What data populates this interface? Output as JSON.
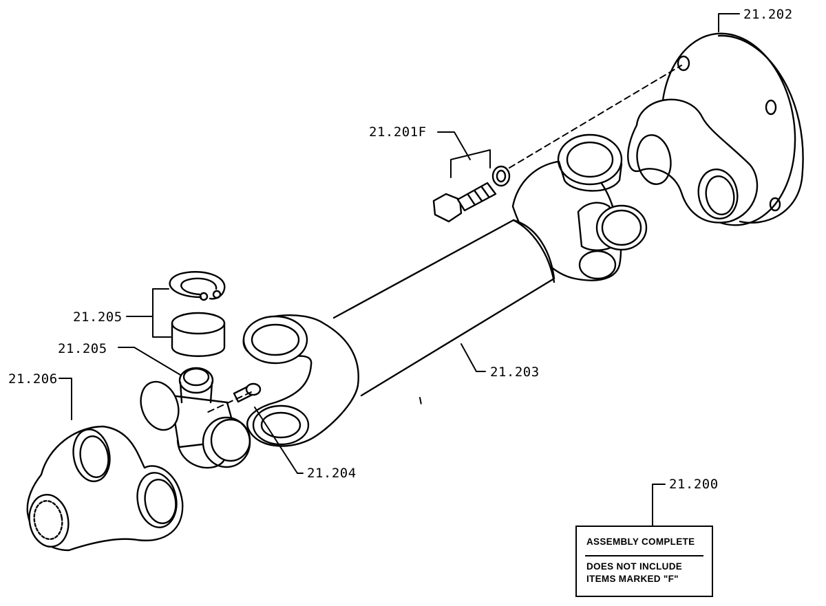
{
  "labels": {
    "l21202": "21.202",
    "l21201f": "21.201F",
    "l21205a": "21.205",
    "l21205b": "21.205",
    "l21206": "21.206",
    "l21203": "21.203",
    "l21204": "21.204",
    "l21200": "21.200"
  },
  "assembly_box": {
    "heading": "ASSEMBLY COMPLETE",
    "note_line1": "DOES NOT INCLUDE",
    "note_line2": "ITEMS MARKED \"F\""
  }
}
